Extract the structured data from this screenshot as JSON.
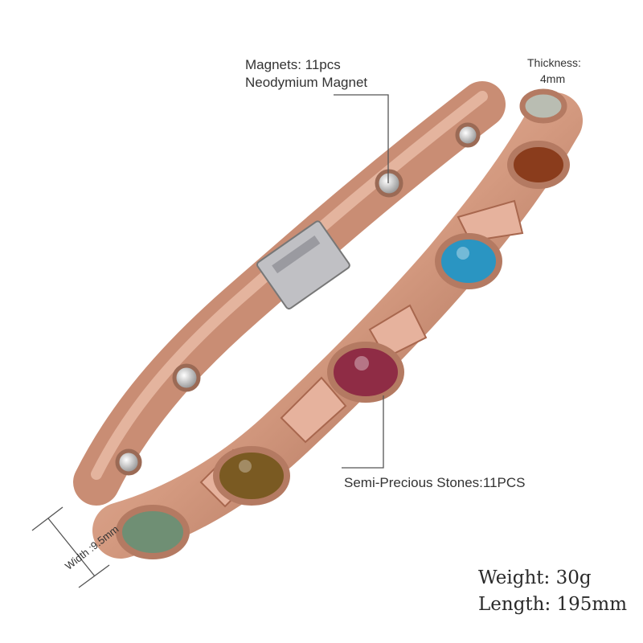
{
  "annotations": {
    "magnets_line1": "Magnets: 11pcs",
    "magnets_line2": "Neodymium Magnet",
    "thickness_label": "Thickness:",
    "thickness_value": "4mm",
    "stones": "Semi-Precious Stones:11PCS",
    "width": "Width :9.5mm",
    "weight": "Weight: 30g",
    "length": "Length: 195mm"
  },
  "product": {
    "stone_colors": [
      "#6f8f74",
      "#7a5a22",
      "#8f2c45",
      "#2a95c2",
      "#8a3c1c",
      "#b9bdb2"
    ],
    "metal_color": "#d9a58e"
  }
}
